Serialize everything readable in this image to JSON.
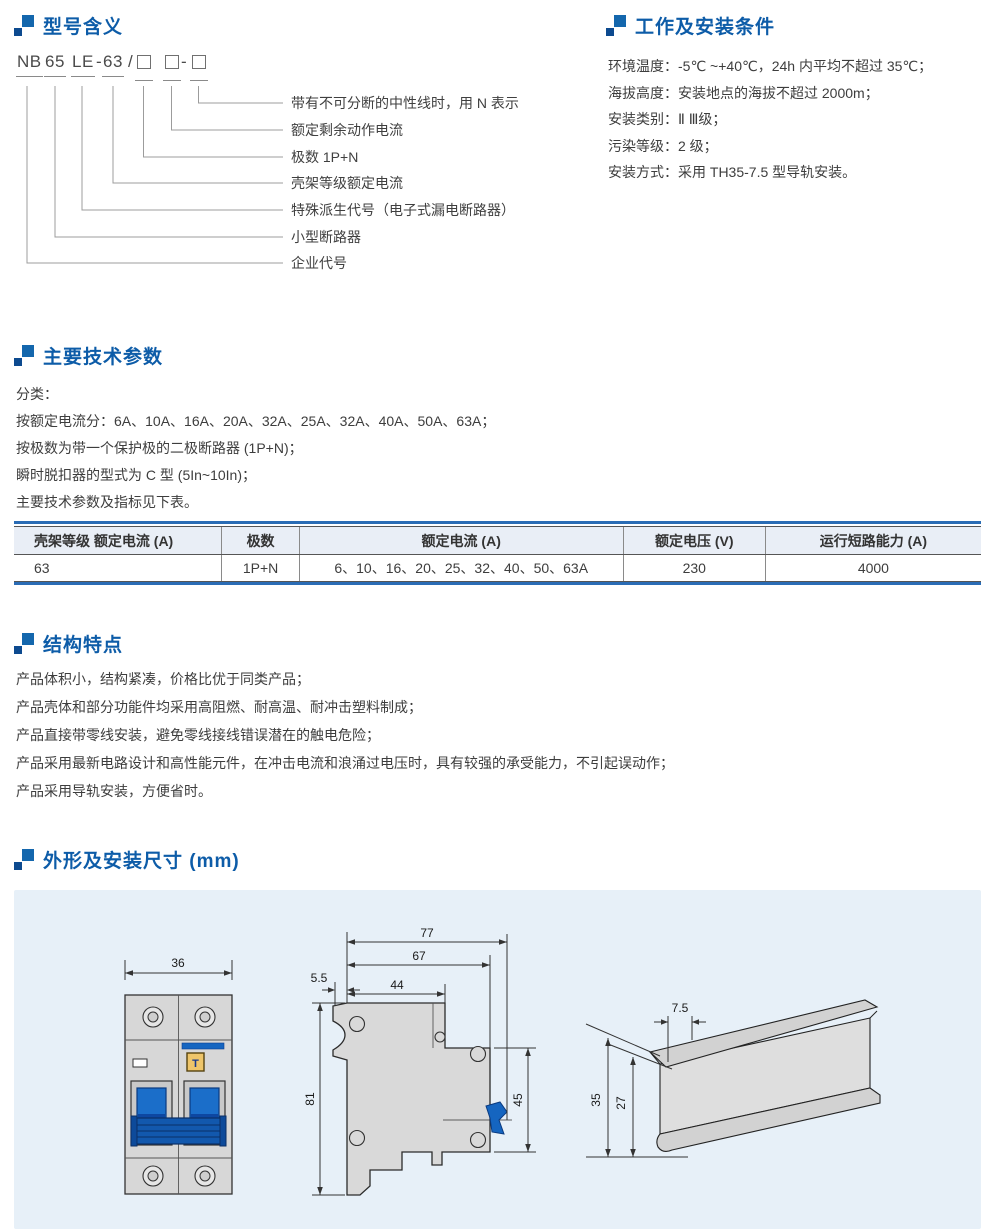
{
  "accent": "#0d5ca8",
  "model": {
    "title": "型号含义",
    "segments": {
      "s1": "NB",
      "s2": "65",
      "s3": "LE",
      "dash1": "-",
      "s4": "63",
      "slash": "/",
      "dash2": "-"
    },
    "labels": [
      "带有不可分断的中性线时，用 N 表示",
      "额定剩余动作电流",
      "极数 1P+N",
      "壳架等级额定电流",
      "特殊派生代号（电子式漏电断路器）",
      "小型断路器",
      "企业代号"
    ]
  },
  "conditions": {
    "title": "工作及安装条件",
    "lines": [
      "环境温度：-5℃ ~+40℃，24h 内平均不超过 35℃；",
      "海拔高度：安装地点的海拔不超过 2000m；",
      "安装类别：Ⅱ Ⅲ级；",
      "污染等级：2 级；",
      "安装方式：采用 TH35-7.5 型导轨安装。"
    ]
  },
  "tech": {
    "title": "主要技术参数",
    "lines": [
      "分类：",
      "按额定电流分：6A、10A、16A、20A、32A、25A、32A、40A、50A、63A；",
      "按极数为带一个保护极的二极断路器 (1P+N)；",
      "瞬时脱扣器的型式为 C 型 (5In~10In)；",
      "主要技术参数及指标见下表。"
    ],
    "table": {
      "headers": [
        "壳架等级 额定电流 (A)",
        "极数",
        "额定电流 (A)",
        "额定电压 (V)",
        "运行短路能力 (A)"
      ],
      "row": [
        "63",
        "1P+N",
        "6、10、16、20、25、32、40、50、63A",
        "230",
        "4000"
      ]
    }
  },
  "features": {
    "title": "结构特点",
    "lines": [
      "产品体积小，结构紧凑，价格比优于同类产品；",
      "产品壳体和部分功能件均采用高阻燃、耐高温、耐冲击塑料制成；",
      "产品直接带零线安装，避免零线接线错误潜在的触电危险；",
      "产品采用最新电路设计和高性能元件，在冲击电流和浪涌过电压时，具有较强的承受能力，不引起误动作；",
      "产品采用导轨安装，方便省时。"
    ]
  },
  "dims": {
    "title": "外形及安装尺寸 (mm)",
    "front": {
      "w": "36",
      "t": "T"
    },
    "side": {
      "w77": "77",
      "w67": "67",
      "w44": "44",
      "w55": "5.5",
      "h81": "81",
      "h45": "45"
    },
    "rail": {
      "w75": "7.5",
      "h35": "35",
      "h27": "27"
    }
  }
}
